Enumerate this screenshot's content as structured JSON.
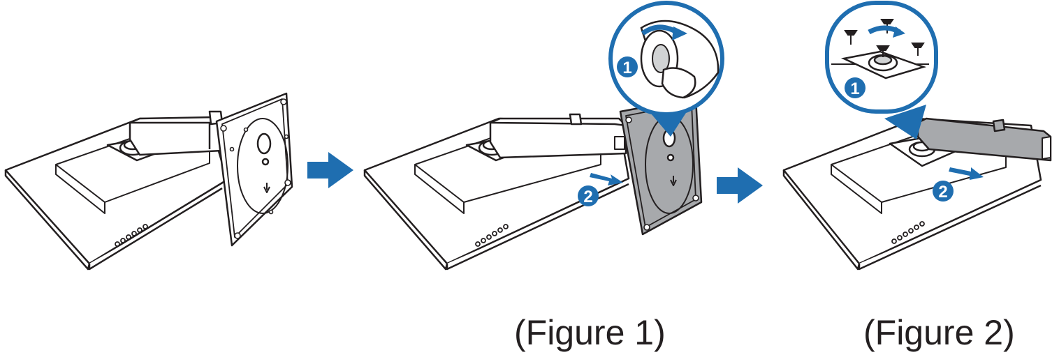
{
  "captions": {
    "figure1": "(Figure 1)",
    "figure2": "(Figure 2)"
  },
  "steps": {
    "panel2_step1": "1",
    "panel2_step2": "2",
    "panel3_step1": "1",
    "panel3_step2": "2"
  },
  "colors": {
    "line": "#231f20",
    "accent": "#1f6eb0",
    "plate_gray": "#a7a9ac",
    "bar_gray": "#a7a9ac",
    "white": "#ffffff"
  },
  "icons": {
    "next_step": "arrow-right-icon",
    "rotate": "rotate-arrow-icon",
    "slide": "slide-arrow-icon"
  }
}
